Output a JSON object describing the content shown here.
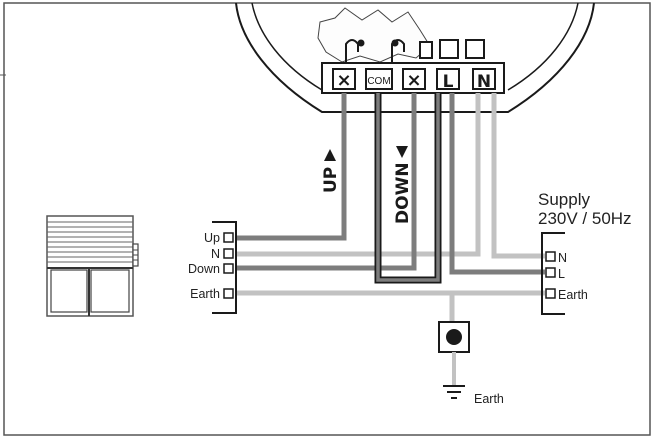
{
  "relay_terminals": {
    "up": "⨯",
    "com": "COM",
    "down": "⨯",
    "live": "L",
    "neutral": "N"
  },
  "arrows": {
    "up": "UP",
    "down": "DOWN"
  },
  "motor_terminals": {
    "up": "Up",
    "neutral": "N",
    "down": "Down",
    "earth": "Earth"
  },
  "supply": {
    "title": "Supply",
    "rating": "230V / 50Hz",
    "neutral": "N",
    "live": "L",
    "earth": "Earth"
  },
  "earth_symbol_label": "Earth",
  "colors": {
    "wire_dark": "#7d7d7d",
    "wire_light": "#c2c2c2",
    "outline": "#1a1a1a",
    "frame": "#555555"
  }
}
